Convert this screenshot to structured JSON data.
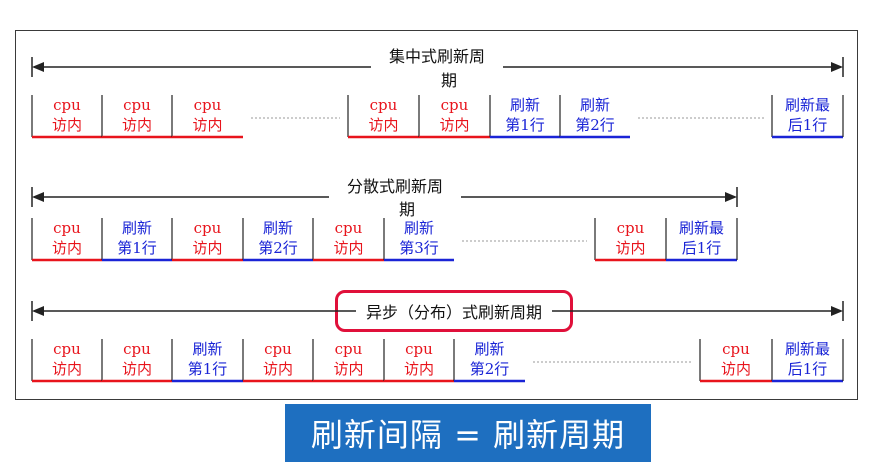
{
  "rows": [
    {
      "title": "集中式刷新周期",
      "title_break": true,
      "cells": [
        {
          "kind": "cpu",
          "l1": "cpu",
          "l2": "访内"
        },
        {
          "kind": "cpu",
          "l1": "cpu",
          "l2": "访内"
        },
        {
          "kind": "cpu",
          "l1": "cpu",
          "l2": "访内"
        },
        {
          "kind": "gap"
        },
        {
          "kind": "cpu",
          "l1": "cpu",
          "l2": "访内"
        },
        {
          "kind": "cpu",
          "l1": "cpu",
          "l2": "访内"
        },
        {
          "kind": "ref",
          "l1": "刷新",
          "l2": "第1行"
        },
        {
          "kind": "ref",
          "l1": "刷新",
          "l2": "第2行"
        },
        {
          "kind": "gap"
        },
        {
          "kind": "ref",
          "l1": "刷新最",
          "l2": "后1行"
        }
      ]
    },
    {
      "title": "分散式刷新周期",
      "title_break": true,
      "cells": [
        {
          "kind": "cpu",
          "l1": "cpu",
          "l2": "访内"
        },
        {
          "kind": "ref",
          "l1": "刷新",
          "l2": "第1行"
        },
        {
          "kind": "cpu",
          "l1": "cpu",
          "l2": "访内"
        },
        {
          "kind": "ref",
          "l1": "刷新",
          "l2": "第2行"
        },
        {
          "kind": "cpu",
          "l1": "cpu",
          "l2": "访内"
        },
        {
          "kind": "ref",
          "l1": "刷新",
          "l2": "第3行"
        },
        {
          "kind": "gap"
        },
        {
          "kind": "cpu",
          "l1": "cpu",
          "l2": "访内"
        },
        {
          "kind": "ref",
          "l1": "刷新最",
          "l2": "后1行"
        }
      ]
    },
    {
      "title": "异步（分布）式刷新周期",
      "title_break": false,
      "cells": [
        {
          "kind": "cpu",
          "l1": "cpu",
          "l2": "访内"
        },
        {
          "kind": "cpu",
          "l1": "cpu",
          "l2": "访内"
        },
        {
          "kind": "ref",
          "l1": "刷新",
          "l2": "第1行"
        },
        {
          "kind": "cpu",
          "l1": "cpu",
          "l2": "访内"
        },
        {
          "kind": "cpu",
          "l1": "cpu",
          "l2": "访内"
        },
        {
          "kind": "cpu",
          "l1": "cpu",
          "l2": "访内"
        },
        {
          "kind": "ref",
          "l1": "刷新",
          "l2": "第2行"
        },
        {
          "kind": "gap"
        },
        {
          "kind": "cpu",
          "l1": "cpu",
          "l2": "访内"
        },
        {
          "kind": "ref",
          "l1": "刷新最",
          "l2": "后1行"
        }
      ]
    }
  ],
  "banner": "刷新间隔 = 刷新周期",
  "colors": {
    "cpu": "#e8141c",
    "ref": "#1a24d6",
    "line": "#222222",
    "gap": "#999999"
  }
}
